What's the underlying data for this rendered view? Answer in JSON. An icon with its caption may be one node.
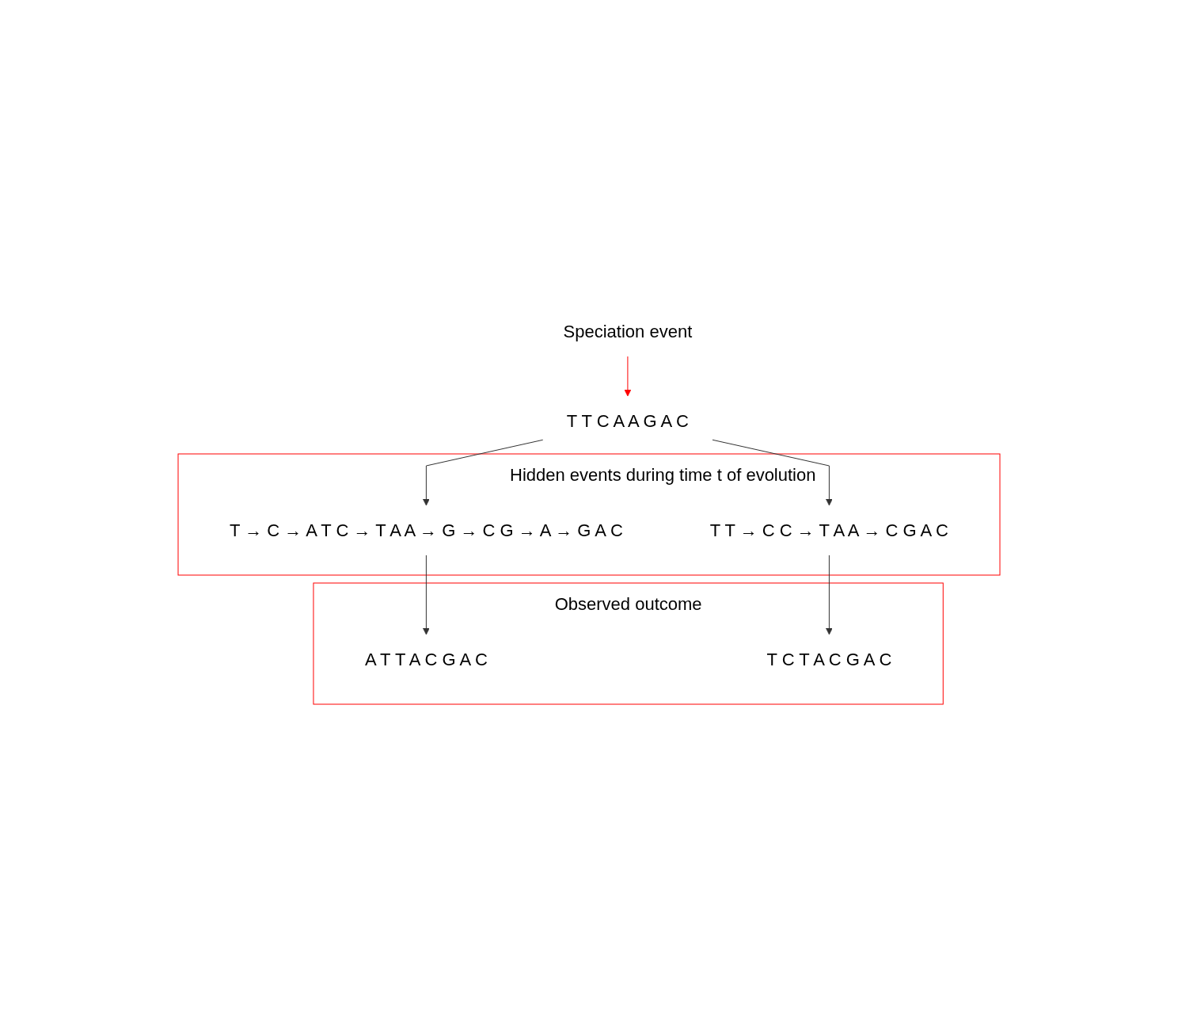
{
  "diagram": {
    "nodes": [
      {
        "text": [
          "T T C A A G A C"
        ]
      },
      {
        "text": [
          "Speciation event"
        ]
      },
      {
        "text": [
          "Hidden events during time t of evolution"
        ]
      },
      {
        "text": [
          "T → C → A T C → T A A → G → C G → A → G A C"
        ],
        "in": 2
      },
      {
        "text": [
          "T T → C C → T A A → C G A C"
        ],
        "in": 2
      },
      {
        "text": [
          "Observed outcome"
        ]
      },
      {
        "text": [
          "A T T A C G A C"
        ],
        "in": 5
      },
      {
        "text": [
          "T C T A C G A C"
        ],
        "in": 5
      }
    ],
    "edges": [
      {
        "from": 1,
        "to": 0,
        "arrow": "to",
        "color": "#ff0000"
      },
      {
        "from": 0,
        "to": 3,
        "arrow": "to"
      },
      {
        "from": 0,
        "to": 4,
        "arrow": "to"
      },
      {
        "from": 3,
        "to": 6,
        "arrow": "to"
      },
      {
        "from": 4,
        "to": 7,
        "arrow": "to"
      }
    ]
  }
}
